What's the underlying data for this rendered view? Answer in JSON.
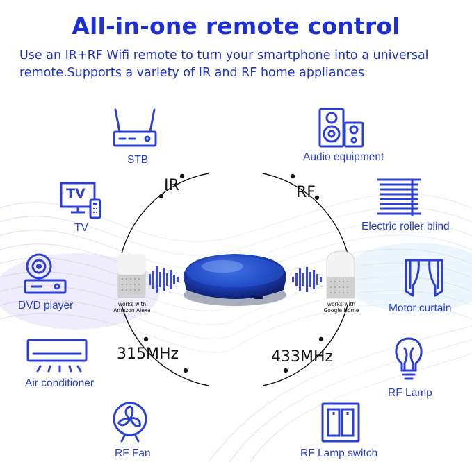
{
  "header": {
    "title": "All-in-one remote control",
    "subtitle": "Use an IR+RF Wifi remote to turn your smartphone into a universal remote.Supports a variety of IR and RF home appliances"
  },
  "ring_labels": {
    "ir": "IR",
    "rf": "RF",
    "freq_left": "315MHz",
    "freq_right": "433MHz"
  },
  "speakers": {
    "alexa_line1": "works with",
    "alexa_line2": "Amazon Alexa",
    "google_line1": "works with",
    "google_line2": "Google Home"
  },
  "devices": {
    "stb": "STB",
    "tv": "TV",
    "tv_screen_text": "TV",
    "dvd": "DVD player",
    "ac": "Air conditioner",
    "fan": "RF Fan",
    "audio": "Audio equipment",
    "blind": "Electric roller blind",
    "curtain": "Motor curtain",
    "lamp": "RF Lamp",
    "switch": "RF Lamp switch"
  },
  "colors": {
    "icon_blue": "#2b3fd6",
    "title_blue": "#1c2fd6",
    "remote_blue": "#1a3fbf"
  }
}
